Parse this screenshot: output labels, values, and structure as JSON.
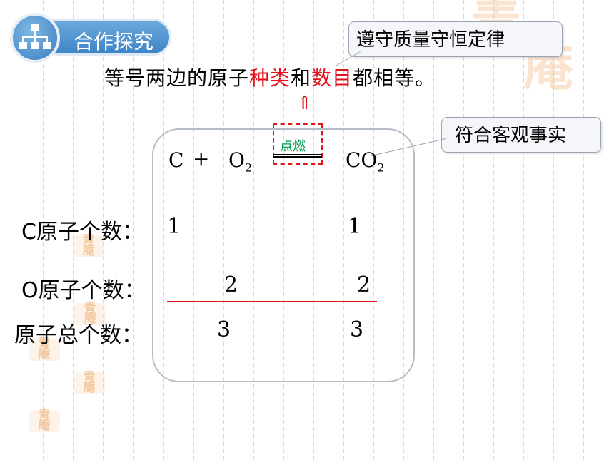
{
  "badge": {
    "label": "合作探究",
    "icon": "network-icon"
  },
  "heading": {
    "part1": "等号两边的原子",
    "highlight1": "种类",
    "part2": "和",
    "highlight2": "数目",
    "part3": "都相等。"
  },
  "callouts": {
    "law": "遵守质量守恒定律",
    "fact": "符合客观事实"
  },
  "equation": {
    "reactant1": "C",
    "plus": "+",
    "reactant2_base": "O",
    "reactant2_sub": "2",
    "condition": "点燃",
    "product_base": "CO",
    "product_sub": "2",
    "arrow": "⇑"
  },
  "rows": [
    {
      "label": "C原子个数：",
      "left": "1",
      "right": "1"
    },
    {
      "label": "O原子个数：",
      "left": "2",
      "right": "2"
    },
    {
      "label": "原子总个数：",
      "left": "3",
      "right": "3"
    }
  ],
  "colors": {
    "highlight": "#e0141e",
    "condition": "#00a050",
    "badge": "#3f84c6"
  }
}
